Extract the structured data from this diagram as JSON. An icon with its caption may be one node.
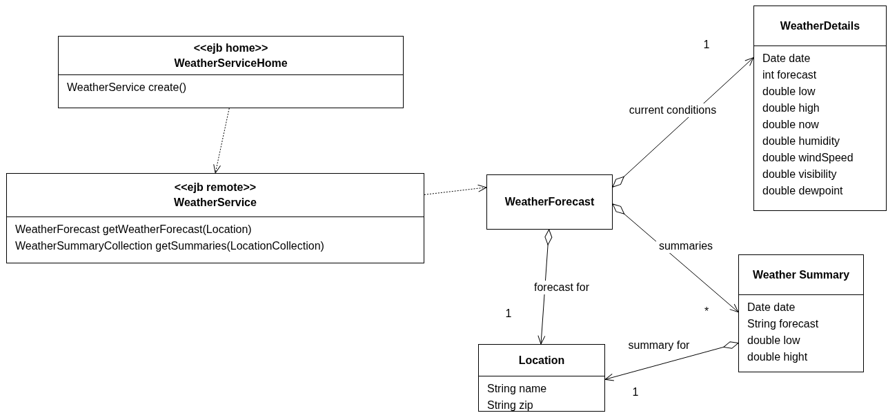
{
  "diagram": {
    "nodes": [
      {
        "text": [
          "<<ejb home>>",
          "WeatherServiceHome",
          "WeatherService create()"
        ]
      },
      {
        "text": [
          "<<ejb remote>>",
          "WeatherService",
          "WeatherForecast getWeatherForecast(Location)",
          "WeatherSummaryCollection getSummaries(LocationCollection)"
        ]
      },
      {
        "text": [
          "WeatherForecast"
        ]
      },
      {
        "text": [
          "WeatherDetails",
          "Date date",
          "int forecast",
          "double low",
          "double high",
          "double now",
          "double humidity",
          "double windSpeed",
          "double visibility",
          "double dewpoint"
        ]
      },
      {
        "text": [
          "Weather Summary",
          "Date date",
          "String forecast",
          "double low",
          "double hight"
        ]
      },
      {
        "text": [
          "Location",
          "String name",
          "String zip"
        ]
      }
    ],
    "edges": [
      {
        "from": 0,
        "to": 1,
        "arrow": "to",
        "style": "dashed"
      },
      {
        "from": 1,
        "to": 2,
        "arrow": "to",
        "style": "dashed"
      },
      {
        "from": 2,
        "to": 3,
        "arrow": "to",
        "label": "current conditions"
      },
      {
        "from": 2,
        "to": 4,
        "arrow": "to",
        "label": "summaries"
      },
      {
        "from": 2,
        "to": 5,
        "arrow": "to",
        "label": "forecast for"
      },
      {
        "from": 4,
        "to": 5,
        "arrow": "to",
        "label": "summary for"
      }
    ],
    "labels": [
      "1",
      "1",
      "*",
      "1"
    ]
  }
}
